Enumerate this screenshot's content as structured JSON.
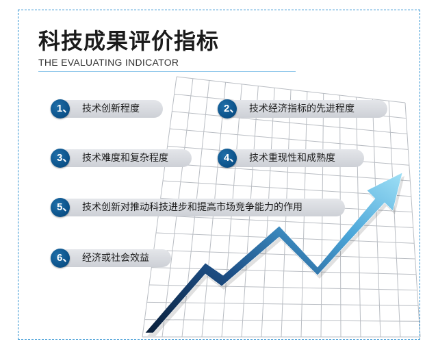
{
  "header": {
    "title": "科技成果评价指标",
    "subtitle": "THE EVALUATING INDICATOR"
  },
  "items": [
    {
      "num": "1、",
      "label": "技术创新程度"
    },
    {
      "num": "2、",
      "label": "技术经济指标的先进程度"
    },
    {
      "num": "3、",
      "label": "技术难度和复杂程度"
    },
    {
      "num": "4、",
      "label": "技术重现性和成熟度"
    },
    {
      "num": "5、",
      "label": "技术创新对推动科技进步和提高市场竞争能力的作用"
    },
    {
      "num": "6、",
      "label": "经济或社会效益"
    }
  ],
  "colors": {
    "accent": "#0a4f86",
    "pill": "#d6d9de",
    "arrow_light": "#7fd0ee",
    "arrow_dark": "#0c2f55",
    "frame": "#2a8fd0"
  },
  "icons": {
    "graphic": "rising-arrow-on-grid-icon"
  }
}
